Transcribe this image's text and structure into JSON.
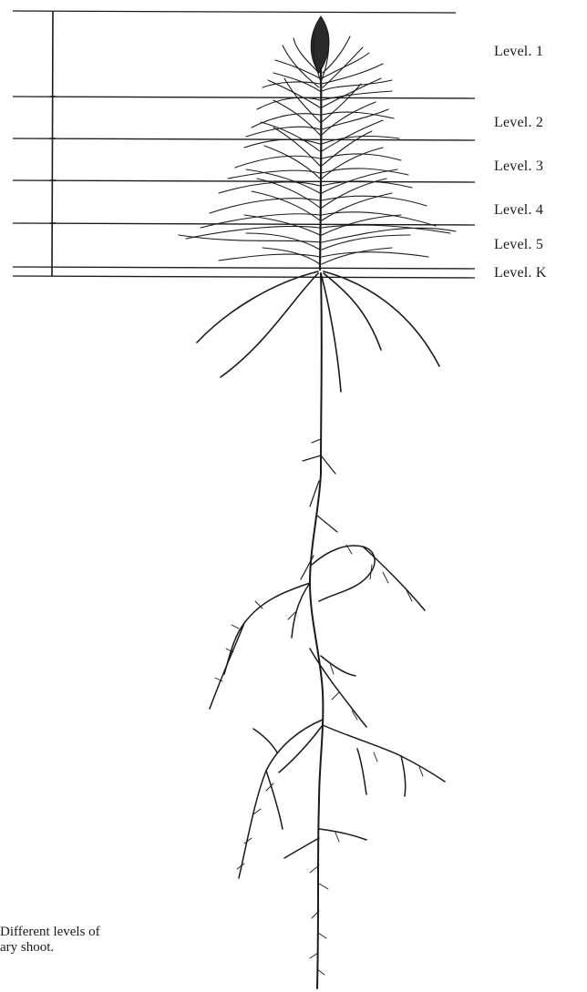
{
  "levels": [
    {
      "label": "Level.  1"
    },
    {
      "label": "Level.  2"
    },
    {
      "label": "Level.  3"
    },
    {
      "label": "Level.  4"
    },
    {
      "label": "Level.  5"
    },
    {
      "label": "Level.  K"
    }
  ],
  "caption": {
    "line1": "Different levels  of",
    "line2": "ary  shoot."
  }
}
